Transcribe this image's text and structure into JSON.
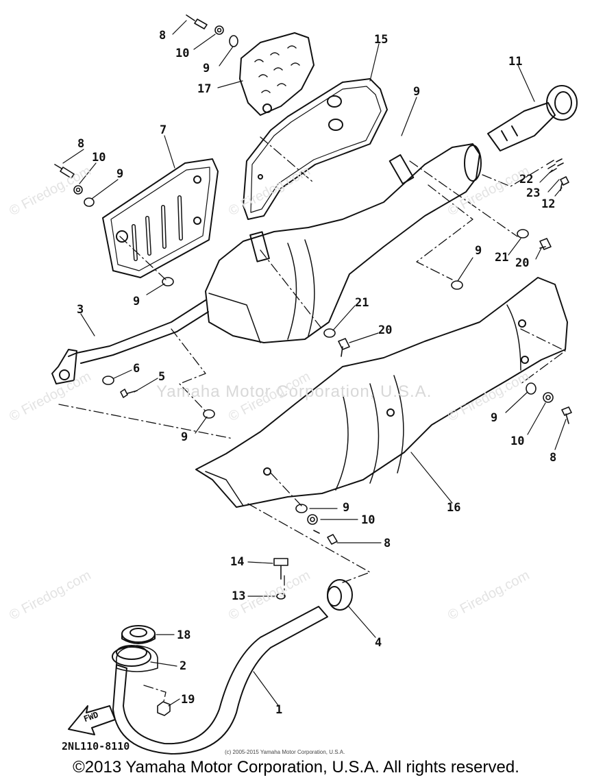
{
  "diagram": {
    "part_numbers": [
      "1",
      "2",
      "3",
      "4",
      "5",
      "6",
      "7",
      "8",
      "9",
      "10",
      "11",
      "12",
      "13",
      "14",
      "15",
      "16",
      "17",
      "18",
      "19",
      "20",
      "21",
      "22",
      "23"
    ],
    "fwd_label": "FWD",
    "code": "2NL110-8110"
  },
  "watermark": {
    "center": "Yamaha Motor Corporation, U.S.A.",
    "site": "© Firedog.com"
  },
  "footer": {
    "small_copyright": "(c) 2005-2015 Yamaha Motor Corporation, U.S.A.",
    "copyright": "©2013 Yamaha Motor Corporation, U.S.A. All rights reserved."
  }
}
